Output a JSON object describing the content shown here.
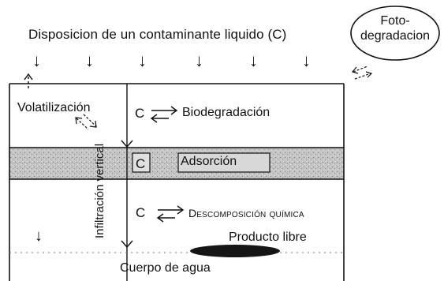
{
  "title": "Disposicion de un contaminante liquido (C)",
  "fotodegradacion": {
    "line1": "Foto-",
    "line2": "degradacion"
  },
  "down_arrow_glyph": "↓",
  "processes": {
    "volatilizacion": "Volatilización",
    "biodegradacion": "Biodegradación",
    "adsorcion": "Adsorción",
    "descomposicion": "Descomposición química",
    "producto_libre": "Producto libre",
    "cuerpo_de_agua": "Cuerpo de agua",
    "infiltracion": "Infiltración vertical"
  },
  "contaminant_symbol": "C",
  "colors": {
    "band": "#b8b8b8",
    "water": "#1a1a1a",
    "line": "#111111"
  }
}
